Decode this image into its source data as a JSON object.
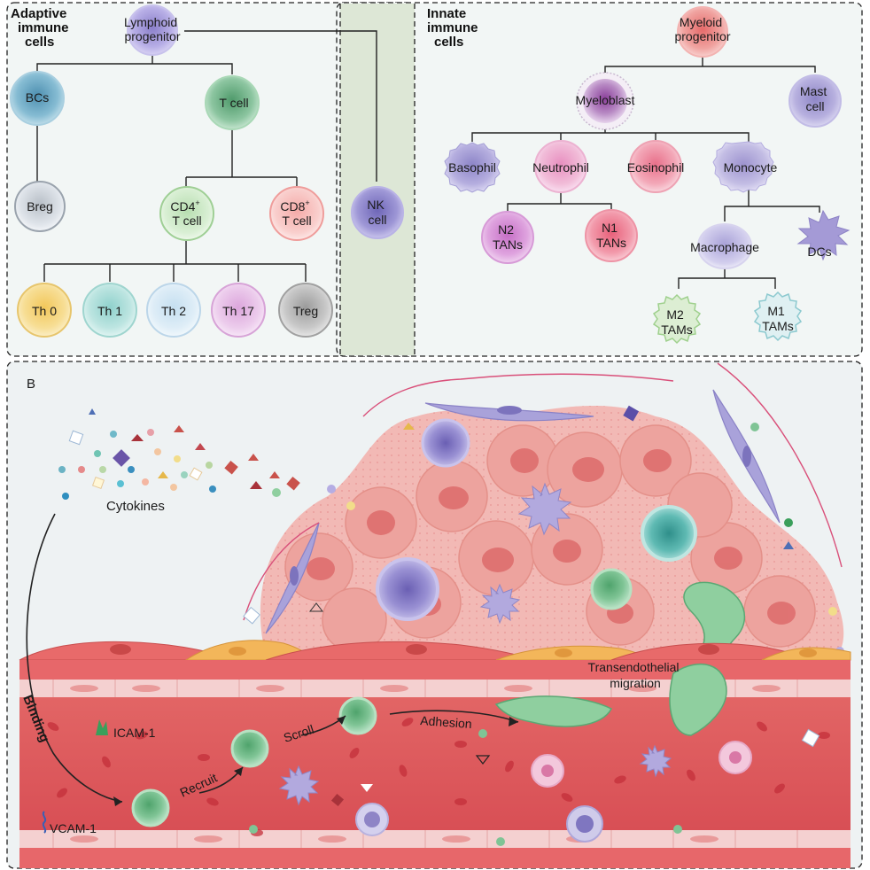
{
  "panelA": {
    "adaptive_title": [
      "Adaptive",
      "immune",
      "cells"
    ],
    "innate_title": [
      "Innate",
      "immune",
      "cells"
    ],
    "lymphoid_progenitor": [
      "Lymphoid",
      "progenitor"
    ],
    "myeloid_progenitor": [
      "Myeloid",
      "progenitor"
    ],
    "bcs": "BCs",
    "t_cell": "T cell",
    "breg": "Breg",
    "cd4": [
      "CD4",
      "+",
      "T cell"
    ],
    "cd8": [
      "CD8",
      "+",
      "T cell"
    ],
    "nk": [
      "NK",
      "cell"
    ],
    "th_cells": [
      "Th 0",
      "Th 1",
      "Th 2",
      "Th 17",
      "Treg"
    ],
    "myeloblast": "Myeloblast",
    "mast": [
      "Mast",
      "cell"
    ],
    "basophil": "Basophil",
    "neutrophil": "Neutrophil",
    "eosinophil": "Eosinophil",
    "monocyte": "Monocyte",
    "n2": [
      "N2",
      "TANs"
    ],
    "n1": [
      "N1",
      "TANs"
    ],
    "macrophage": "Macrophage",
    "dcs": "DCs",
    "m2": [
      "M2",
      "TAMs"
    ],
    "m1": [
      "M1",
      "TAMs"
    ]
  },
  "panelB": {
    "label": "B",
    "cytokines": "Cytokines",
    "binding": "Binding",
    "icam": "ICAM-1",
    "vcam": "VCAM-1",
    "recruit": "Recruit",
    "scroll": "Scroll",
    "adhesion": "Adhesion",
    "transendothelial": [
      "Transendothelial",
      "migration"
    ]
  },
  "colors": {
    "panel_bg": "#f2f6f5",
    "nk_band": "#dfe8d8",
    "vessel": "#d95b5b",
    "tumor": "#f1a8a4",
    "endothelium": "#e86a6a"
  }
}
